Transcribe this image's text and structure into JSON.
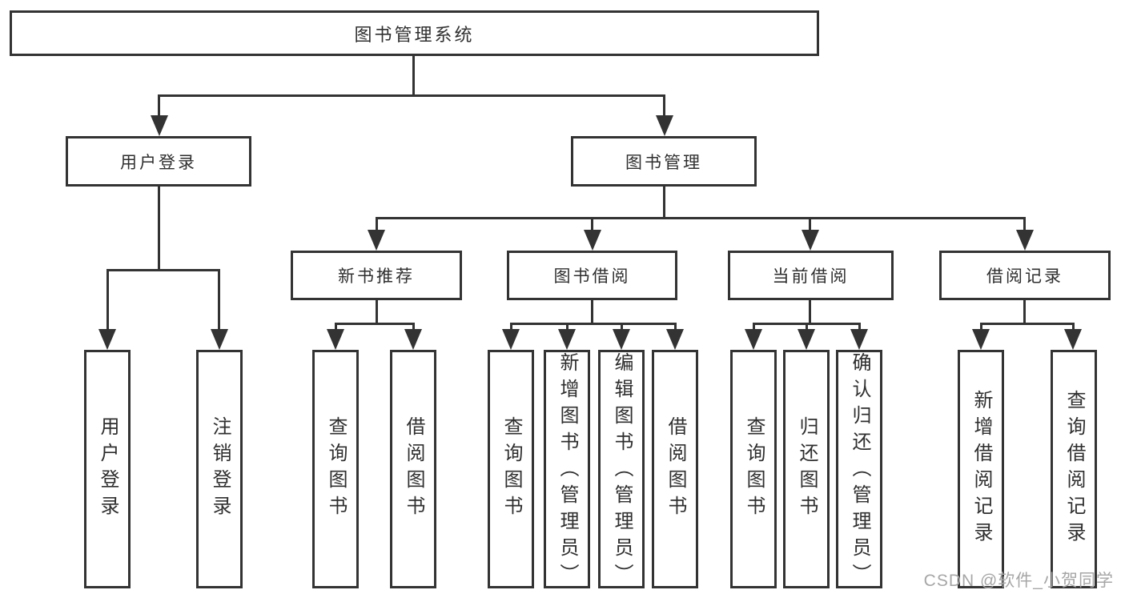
{
  "diagram_title": "图书管理系统",
  "watermark": {
    "text": "CSDN @软件_小贺同学"
  },
  "colors": {
    "line": "#333333",
    "text": "#2f2f2f",
    "background": "#ffffff",
    "watermark": "#a6a6a6"
  },
  "tree": {
    "label": "图书管理系统",
    "children": [
      {
        "label": "用户登录",
        "children": [
          {
            "label": "用户登录"
          },
          {
            "label": "注销登录"
          }
        ]
      },
      {
        "label": "图书管理",
        "children": [
          {
            "label": "新书推荐",
            "children": [
              {
                "label": "查询图书"
              },
              {
                "label": "借阅图书"
              }
            ]
          },
          {
            "label": "图书借阅",
            "children": [
              {
                "label": "查询图书"
              },
              {
                "label": "新增图书（管理员）"
              },
              {
                "label": "编辑图书（管理员）"
              },
              {
                "label": "借阅图书"
              }
            ]
          },
          {
            "label": "当前借阅",
            "children": [
              {
                "label": "查询图书"
              },
              {
                "label": "归还图书"
              },
              {
                "label": "确认归还（管理员）"
              }
            ]
          },
          {
            "label": "借阅记录",
            "children": [
              {
                "label": "新增借阅记录"
              },
              {
                "label": "查询借阅记录"
              }
            ]
          }
        ]
      }
    ]
  }
}
